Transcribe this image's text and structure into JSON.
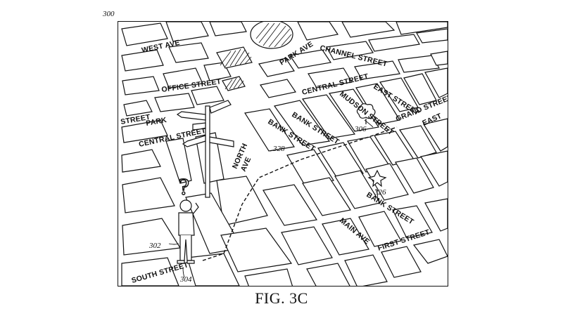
{
  "figure_ref": "300",
  "caption": "FIG. 3C",
  "streets": {
    "west_ave": "WEST AVE",
    "park_ave": "PARK AVE",
    "channel_street": "CHANNEL STREET",
    "office_street": "OFFICE STREET",
    "central_street_top": "CENTRAL STREET",
    "mudson_street": "MUDSON STREET",
    "east_street": "EAST STREET",
    "grand_street": "GRAND STREET",
    "east": "EAST",
    "street_left": "STREET",
    "park": "PARK",
    "central_street_left": "CENTRAL STREET",
    "bank_street_1": "BANK STREET",
    "bank_street_2": "BANK STREET",
    "north": "NORTH",
    "ave": "AVE",
    "bank_street_3": "BANK STREET",
    "main_ave": "MAIN AVE",
    "first_street": "FIRST STREET",
    "south_street": "SOUTH STREET"
  },
  "refs": {
    "landmark": "306",
    "route": "328",
    "destination": "326",
    "person": "302",
    "location": "304"
  },
  "symbols": {
    "question_mark": "?",
    "person_icon": "person-icon",
    "destination_icon": "star-icon",
    "landmark_icon": "landmark-icon",
    "signpost_icon": "signpost-icon"
  }
}
